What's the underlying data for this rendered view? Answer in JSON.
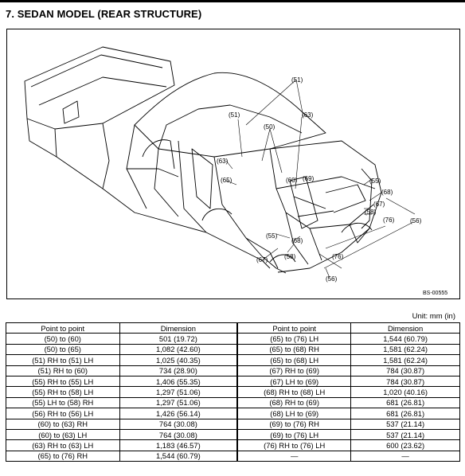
{
  "title": "7.  SEDAN MODEL (REAR STRUCTURE)",
  "figure": {
    "code": "BS-00555",
    "callouts": {
      "c51a": "(51)",
      "c51b": "(51)",
      "c63a": "(63)",
      "c50": "(50)",
      "c63b": "(63)",
      "c65": "(65)",
      "c60": "(60)",
      "c69": "(69)",
      "c55a": "(55)",
      "c68a": "(68)",
      "c67a": "(67)",
      "c58a": "(58)",
      "c76a": "(76)",
      "c56a": "(56)",
      "c55b": "(55)",
      "c68b": "(68)",
      "c67b": "(67)",
      "c58b": "(58)",
      "c76b": "(76)",
      "c56b": "(56)"
    }
  },
  "unit": "Unit: mm (in)",
  "table": {
    "headers": [
      "Point to point",
      "Dimension",
      "Point to point",
      "Dimension"
    ],
    "rows": [
      [
        "(50) to (60)",
        "501 (19.72)",
        "(65) to (76) LH",
        "1,544 (60.79)"
      ],
      [
        "(50) to (65)",
        "1,082 (42.60)",
        "(65) to (68) RH",
        "1,581 (62.24)"
      ],
      [
        "(51) RH to (51) LH",
        "1,025 (40.35)",
        "(65) to (68) LH",
        "1,581 (62.24)"
      ],
      [
        "(51) RH to (60)",
        "734 (28.90)",
        "(67) RH to (69)",
        "784 (30.87)"
      ],
      [
        "(55) RH to (55) LH",
        "1,406 (55.35)",
        "(67) LH to (69)",
        "784 (30.87)"
      ],
      [
        "(55) RH to (58) LH",
        "1,297 (51.06)",
        "(68) RH to (68) LH",
        "1,020 (40.16)"
      ],
      [
        "(55) LH to (58) RH",
        "1,297 (51.06)",
        "(68) RH to (69)",
        "681 (26.81)"
      ],
      [
        "(56) RH to (56) LH",
        "1,426 (56.14)",
        "(68) LH to (69)",
        "681 (26.81)"
      ],
      [
        "(60) to (63) RH",
        "764 (30.08)",
        "(69) to (76) RH",
        "537 (21.14)"
      ],
      [
        "(60) to (63) LH",
        "764 (30.08)",
        "(69) to (76) LH",
        "537 (21.14)"
      ],
      [
        "(63) RH to (63) LH",
        "1,183 (46.57)",
        "(76) RH to (76) LH",
        "600 (23.62)"
      ],
      [
        "(65) to (76) RH",
        "1,544 (60.79)",
        "—",
        "—"
      ]
    ]
  }
}
